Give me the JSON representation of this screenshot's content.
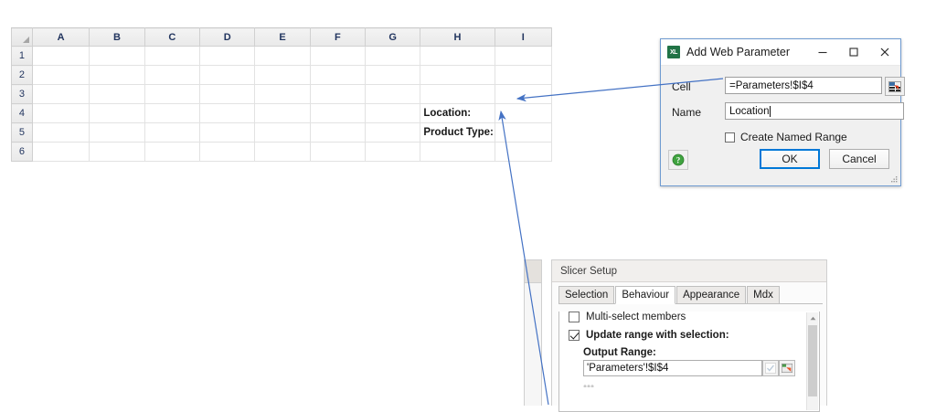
{
  "spreadsheet": {
    "name": "excel-grid",
    "columns": [
      "A",
      "B",
      "C",
      "D",
      "E",
      "F",
      "G",
      "H",
      "I"
    ],
    "rows": [
      "1",
      "2",
      "3",
      "4",
      "5",
      "6"
    ],
    "cells": {
      "H4": "Location:",
      "H5": "Product Type:"
    }
  },
  "dialog": {
    "title": "Add Web Parameter",
    "app_icon": "XL",
    "window_buttons": {
      "minimize": "minimize-icon",
      "maximize": "maximize-icon",
      "close": "close-icon"
    },
    "fields": [
      {
        "label": "Cell",
        "value": "=Parameters!$I$4",
        "has_range_picker": true
      },
      {
        "label": "Name",
        "value": "Location",
        "has_range_picker": false
      }
    ],
    "checkbox": {
      "label": "Create Named Range",
      "checked": false
    },
    "help_icon": "help-icon",
    "buttons": {
      "ok": "OK",
      "cancel": "Cancel",
      "default_focus": "OK"
    },
    "resize_grip": "resize-grip-icon"
  },
  "slicer": {
    "title": "Slicer Setup",
    "tabs": [
      "Selection",
      "Behaviour",
      "Appearance",
      "Mdx"
    ],
    "active_tab": "Behaviour",
    "options": [
      {
        "label": "Multi-select members",
        "checked": false,
        "bold": false
      },
      {
        "label": "Update range with selection:",
        "checked": true,
        "bold": true
      }
    ],
    "output_range_label": "Output Range:",
    "output_range_value": "'Parameters'!$I$4",
    "output_buttons": {
      "validate": "check-icon",
      "picker": "range-picker-icon"
    },
    "scrollbar": "vertical-scrollbar"
  },
  "annotations": {
    "arrow_color": "#4472C4",
    "arrows": [
      {
        "name": "arrow-cell-to-I4",
        "from": "cell-field",
        "to": "sheet-cell-I4"
      },
      {
        "name": "arrow-slicer-to-I5",
        "from": "slicer-output-range",
        "to": "sheet-cell-I5"
      }
    ]
  }
}
